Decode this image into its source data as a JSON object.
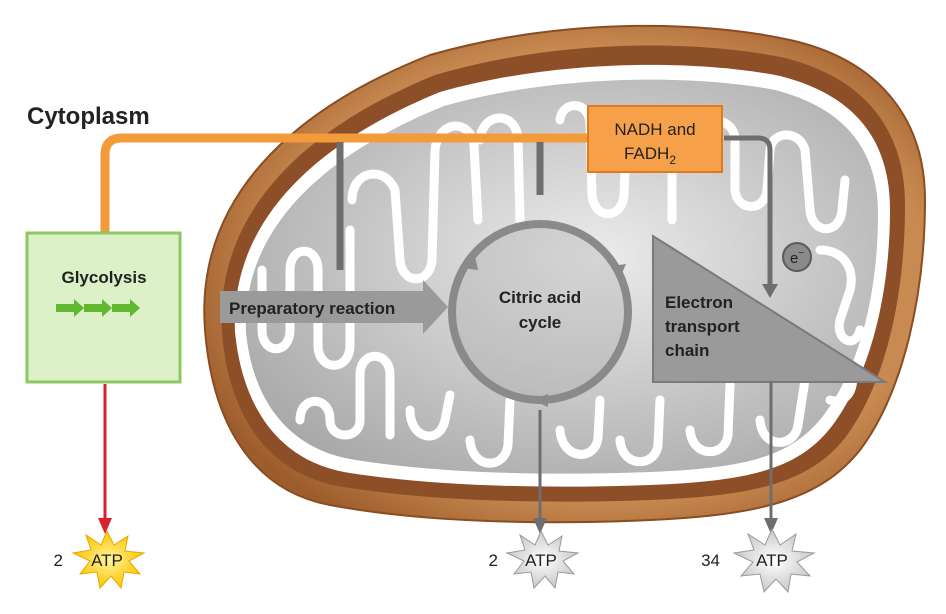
{
  "labels": {
    "cytoplasm": "Cytoplasm",
    "glycolysis": "Glycolysis",
    "preparatory_reaction": "Preparatory reaction",
    "citric_acid_line1": "Citric acid",
    "citric_acid_line2": "cycle",
    "etc_line1": "Electron",
    "etc_line2": "transport",
    "etc_line3": "chain",
    "nadh_line1": "NADH and",
    "nadh_line2_base": "FADH",
    "nadh_line2_sub": "2",
    "electron_base": "e",
    "electron_sup": "−"
  },
  "atp_yields": [
    {
      "count": "2",
      "label": "ATP"
    },
    {
      "count": "2",
      "label": "ATP"
    },
    {
      "count": "34",
      "label": "ATP"
    }
  ],
  "colors": {
    "outer_membrane": "#b7733e",
    "orange_path": "#f39a3a",
    "glycolysis_fill": "#d9f0c4",
    "glycolysis_border": "#8cc864",
    "green_arrows": "#5fb82e",
    "red_arrow": "#d7232d",
    "atp_yellow": "#ffd21a",
    "gray_arrow": "#6e6e6e",
    "matrix_gray": "#b9b9b9"
  }
}
